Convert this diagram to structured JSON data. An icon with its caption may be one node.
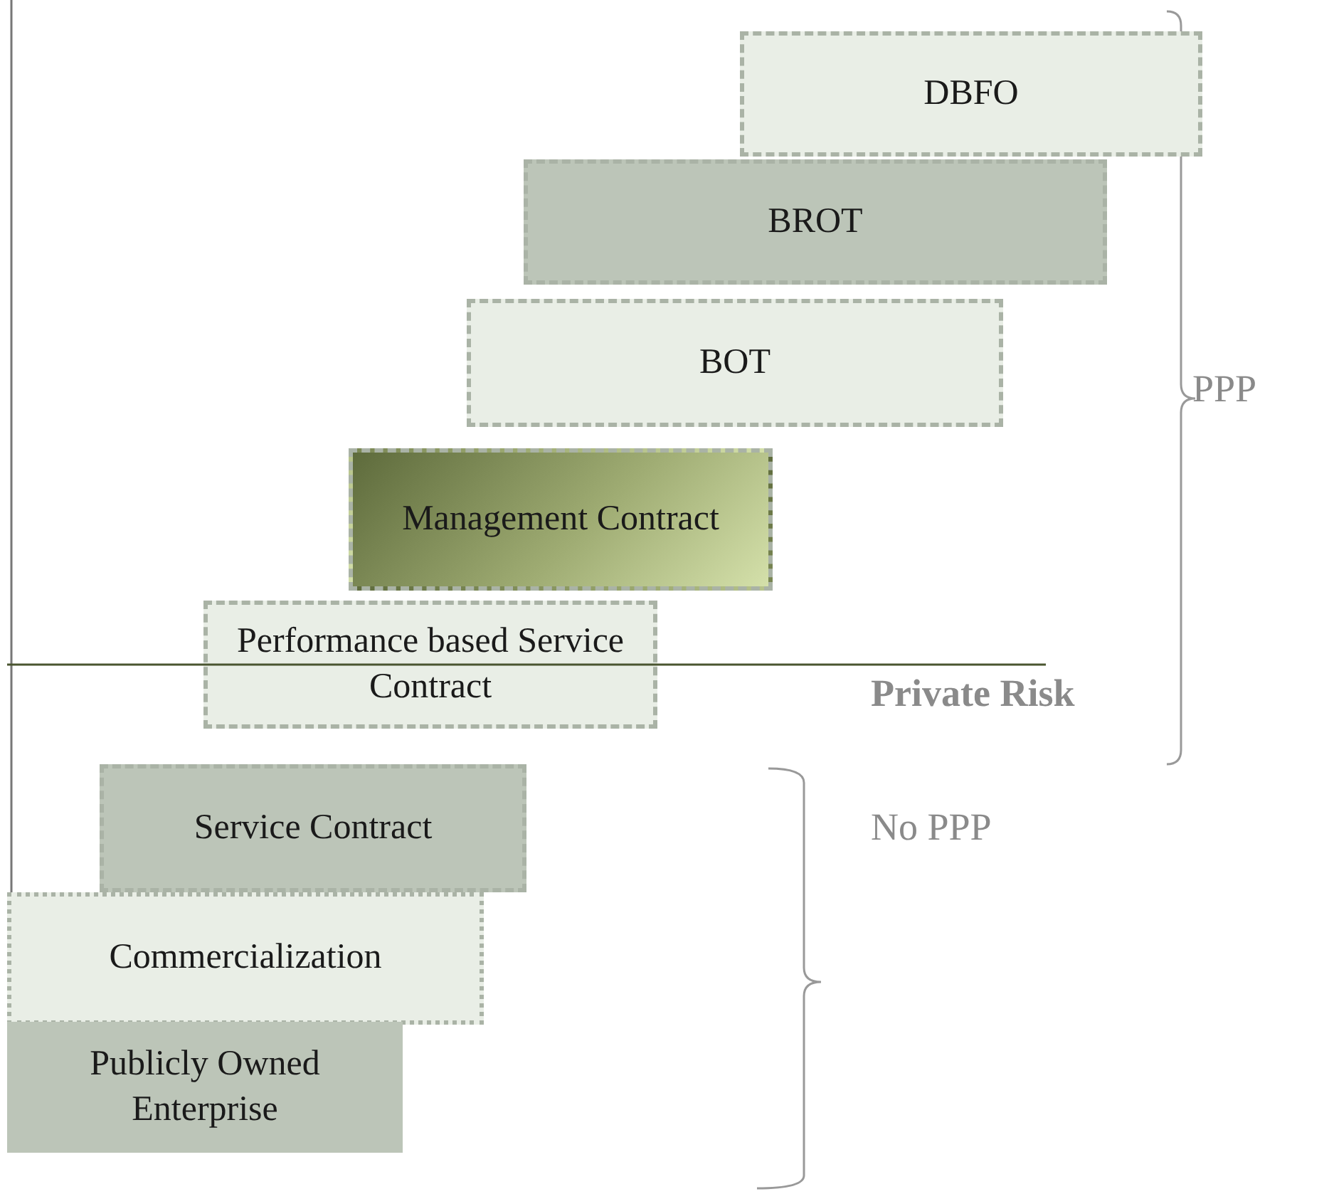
{
  "diagram": {
    "nodes": [
      {
        "text": [
          "DBFO"
        ]
      },
      {
        "text": [
          "BROT"
        ]
      },
      {
        "text": [
          "BOT"
        ]
      },
      {
        "text": [
          "Management Contract"
        ]
      },
      {
        "text": [
          "Performance based Service Contract"
        ]
      },
      {
        "text": [
          "Service Contract"
        ]
      },
      {
        "text": [
          "Commercialization"
        ]
      },
      {
        "text": [
          "Publicly Owned Enterprise"
        ]
      }
    ],
    "edges": [],
    "labels": [
      "PPP",
      "Private Risk",
      "No PPP"
    ]
  }
}
